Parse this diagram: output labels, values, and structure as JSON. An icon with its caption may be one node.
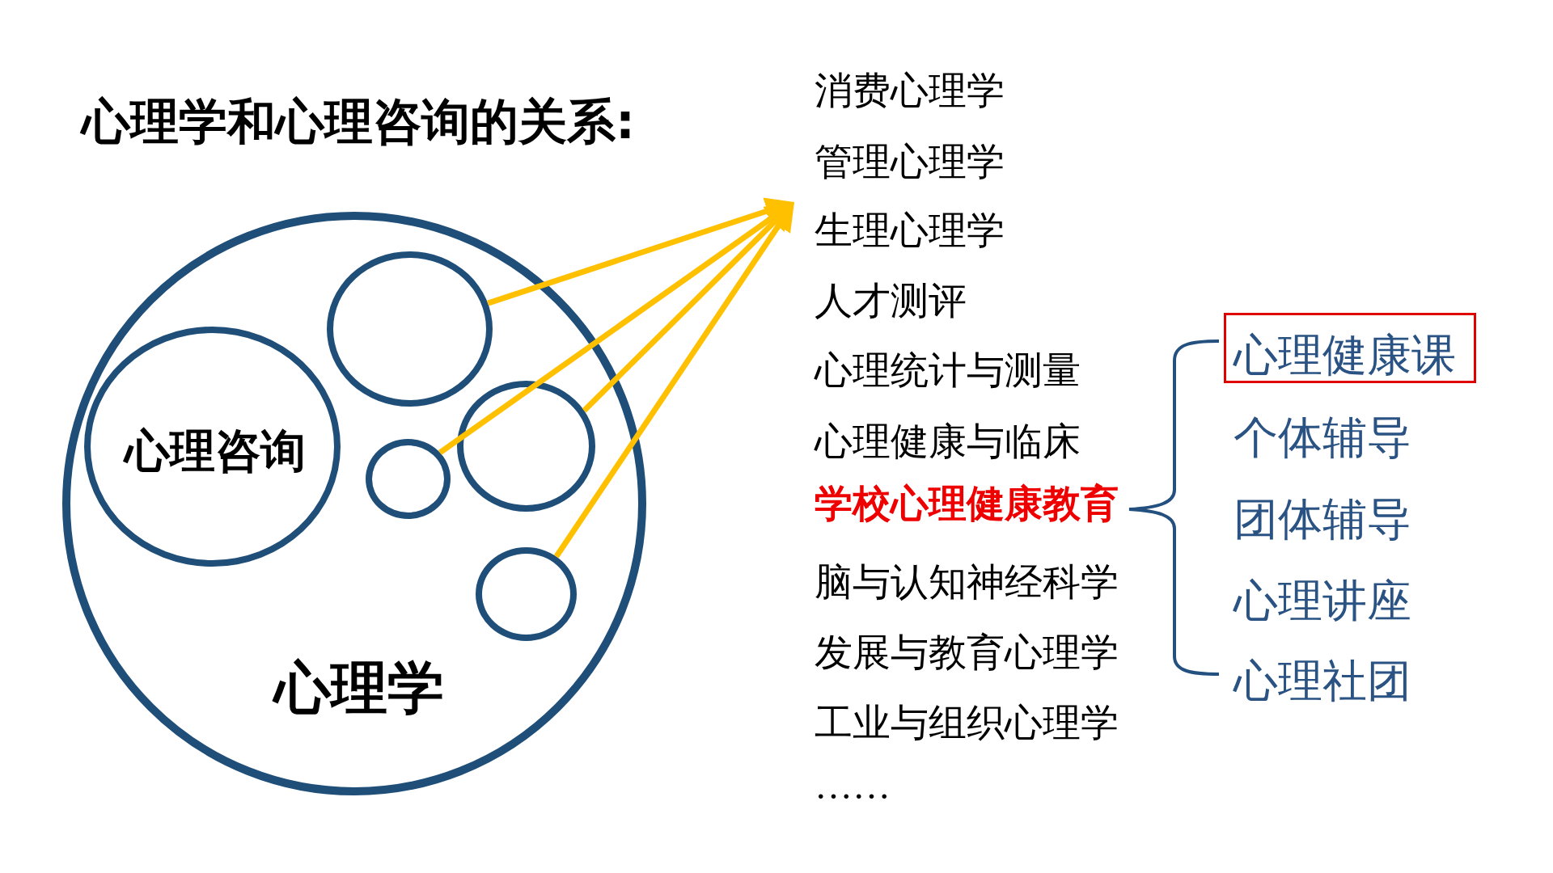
{
  "diagram": {
    "title": "心理学和心理咨询的关系:",
    "nodes": [
      {
        "text": [
          "心理学"
        ]
      },
      {
        "text": [
          "心理咨询"
        ],
        "in": 0
      },
      {
        "text": [],
        "shape": "circle",
        "in": 0
      },
      {
        "text": [],
        "shape": "circle",
        "in": 0
      },
      {
        "text": [],
        "shape": "circle",
        "in": 0
      },
      {
        "text": [],
        "shape": "circle",
        "in": 0
      },
      {
        "text": [
          "心理健康课"
        ]
      }
    ],
    "edges": [
      {
        "from": 2,
        "to": null,
        "arrow": "to"
      },
      {
        "from": 3,
        "to": null,
        "arrow": "to"
      },
      {
        "from": 4,
        "to": null,
        "arrow": "to"
      },
      {
        "from": 5,
        "to": null,
        "arrow": "to"
      }
    ],
    "labels": [
      "消费心理学",
      "管理心理学",
      "生理心理学",
      "人才测评",
      "心理统计与测量",
      "心理健康与临床",
      "学校心理健康教育",
      "脑与认知神经科学",
      "发展与教育心理学",
      "工业与组织心理学",
      "……",
      "个体辅导",
      "团体辅导",
      "心理讲座",
      "心理社团"
    ]
  }
}
